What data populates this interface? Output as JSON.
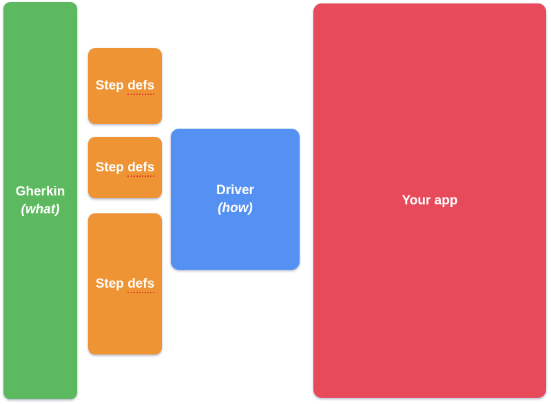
{
  "diagram": {
    "background": "#ffffff",
    "colors": {
      "gherkin_green": "#5db960",
      "step_defs_orange": "#ee9434",
      "driver_blue": "#5591f2",
      "your_app_red": "#e74a5b",
      "label_text": "#ffffff",
      "spellcheck_underline_red": "#e13b30"
    },
    "boxes": {
      "gherkin": {
        "title": "Gherkin",
        "subtitle": "(what)"
      },
      "step_defs": [
        {
          "label_prefix": "Step",
          "label_marked": "defs"
        },
        {
          "label_prefix": "Step",
          "label_marked": "defs"
        },
        {
          "label_prefix": "Step",
          "label_marked": "defs"
        }
      ],
      "driver": {
        "title": "Driver",
        "subtitle": "(how)"
      },
      "your_app": {
        "title": "Your app"
      }
    }
  }
}
